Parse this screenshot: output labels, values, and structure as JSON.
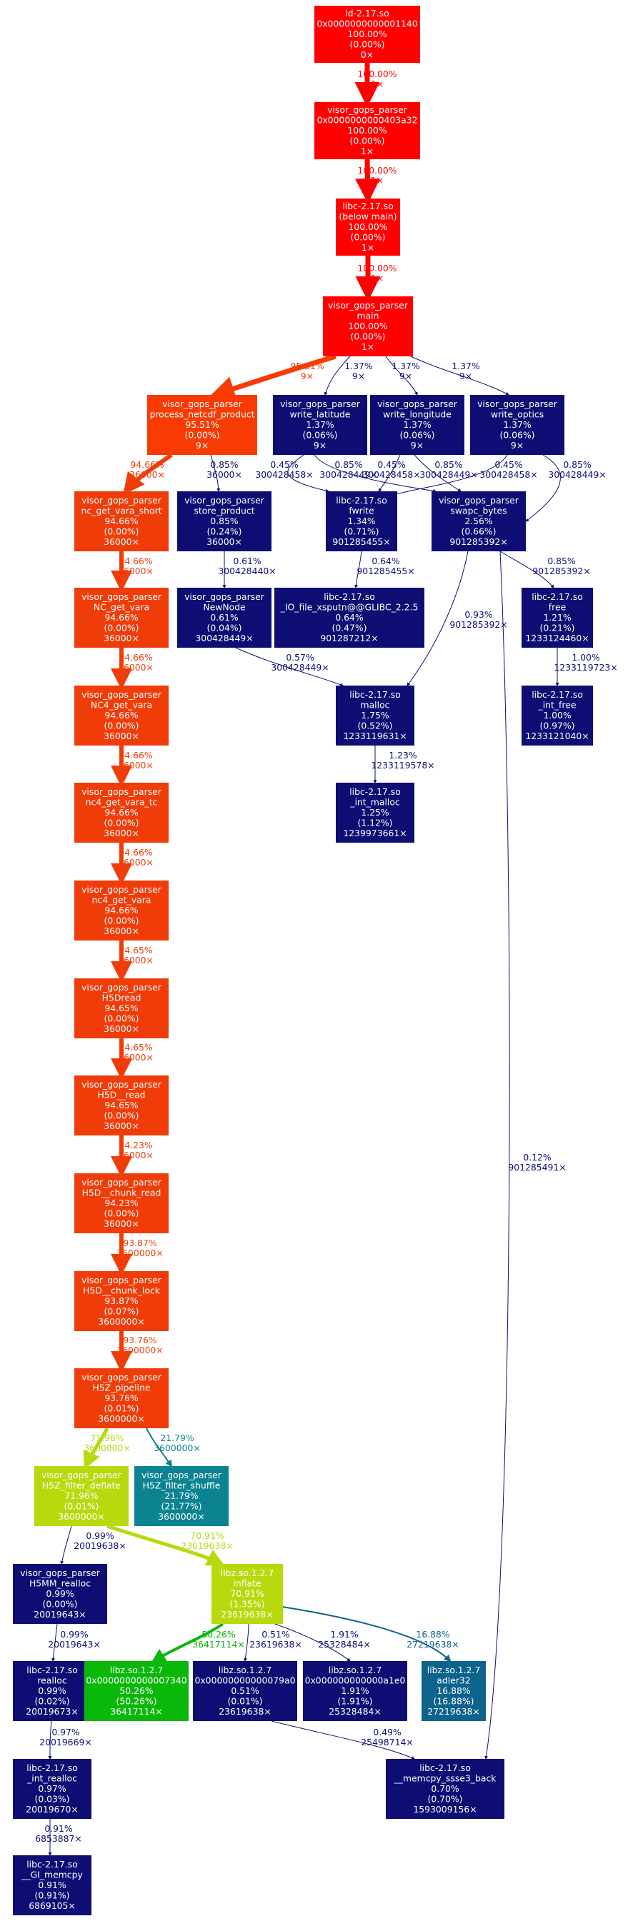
{
  "colors": {
    "red": "#ff0000",
    "orange_red": "#f83a03",
    "orange": "#f03c08",
    "navy": "#0d0d73",
    "lime": "#b8d90d",
    "teal": "#0c8391",
    "green": "#0ab80a",
    "steel": "#0d638c"
  },
  "nodes": [
    {
      "id": "n_ld",
      "lines": [
        "ld-2.17.so",
        "0x0000000000001140",
        "100.00%",
        "(0.00%)",
        "0×"
      ],
      "color": "red",
      "text": "#ffffff"
    },
    {
      "id": "n_vgp403a32",
      "lines": [
        "visor_gops_parser",
        "0x0000000000403a32",
        "100.00%",
        "(0.00%)",
        "1×"
      ],
      "color": "red",
      "text": "#ffffff"
    },
    {
      "id": "n_libc_main",
      "lines": [
        "libc-2.17.so",
        "(below main)",
        "100.00%",
        "(0.00%)",
        "1×"
      ],
      "color": "red",
      "text": "#ffffff"
    },
    {
      "id": "n_main",
      "lines": [
        "visor_gops_parser",
        "main",
        "100.00%",
        "(0.00%)",
        "1×"
      ],
      "color": "red",
      "text": "#ffffff"
    },
    {
      "id": "n_pnp",
      "lines": [
        "visor_gops_parser",
        "process_netcdf_product",
        "95.51%",
        "(0.00%)",
        "9×"
      ],
      "color": "orange_red",
      "text": "#ffffff"
    },
    {
      "id": "n_wlat",
      "lines": [
        "visor_gops_parser",
        "write_latitude",
        "1.37%",
        "(0.06%)",
        "9×"
      ],
      "color": "navy",
      "text": "#ffffff"
    },
    {
      "id": "n_wlon",
      "lines": [
        "visor_gops_parser",
        "write_longitude",
        "1.37%",
        "(0.06%)",
        "9×"
      ],
      "color": "navy",
      "text": "#ffffff"
    },
    {
      "id": "n_wopt",
      "lines": [
        "visor_gops_parser",
        "write_optics",
        "1.37%",
        "(0.06%)",
        "9×"
      ],
      "color": "navy",
      "text": "#ffffff"
    },
    {
      "id": "n_ncvs",
      "lines": [
        "visor_gops_parser",
        "nc_get_vara_short",
        "94.66%",
        "(0.00%)",
        "36000×"
      ],
      "color": "orange",
      "text": "#ffffff"
    },
    {
      "id": "n_store",
      "lines": [
        "visor_gops_parser",
        "store_product",
        "0.85%",
        "(0.24%)",
        "36000×"
      ],
      "color": "navy",
      "text": "#ffffff"
    },
    {
      "id": "n_fwrite",
      "lines": [
        "libc-2.17.so",
        "fwrite",
        "1.34%",
        "(0.71%)",
        "901285455×"
      ],
      "color": "navy",
      "text": "#ffffff"
    },
    {
      "id": "n_swapc",
      "lines": [
        "visor_gops_parser",
        "swapc_bytes",
        "2.56%",
        "(0.66%)",
        "901285392×"
      ],
      "color": "navy",
      "text": "#ffffff"
    },
    {
      "id": "n_ncgv",
      "lines": [
        "visor_gops_parser",
        "NC_get_vara",
        "94.66%",
        "(0.00%)",
        "36000×"
      ],
      "color": "orange",
      "text": "#ffffff"
    },
    {
      "id": "n_newnode",
      "lines": [
        "visor_gops_parser",
        "NewNode",
        "0.61%",
        "(0.04%)",
        "300428449×"
      ],
      "color": "navy",
      "text": "#ffffff"
    },
    {
      "id": "n_ioxsputn",
      "lines": [
        "libc-2.17.so",
        "_IO_file_xsputn@@GLIBC_2.2.5",
        "0.64%",
        "(0.47%)",
        "901287212×"
      ],
      "color": "navy",
      "text": "#ffffff"
    },
    {
      "id": "n_free",
      "lines": [
        "libc-2.17.so",
        "free",
        "1.21%",
        "(0.21%)",
        "1233124460×"
      ],
      "color": "navy",
      "text": "#ffffff"
    },
    {
      "id": "n_nc4gv",
      "lines": [
        "visor_gops_parser",
        "NC4_get_vara",
        "94.66%",
        "(0.00%)",
        "36000×"
      ],
      "color": "orange",
      "text": "#ffffff"
    },
    {
      "id": "n_malloc",
      "lines": [
        "libc-2.17.so",
        "malloc",
        "1.75%",
        "(0.52%)",
        "1233119631×"
      ],
      "color": "navy",
      "text": "#ffffff"
    },
    {
      "id": "n_intfree",
      "lines": [
        "libc-2.17.so",
        "_int_free",
        "1.00%",
        "(0.97%)",
        "1233121040×"
      ],
      "color": "navy",
      "text": "#ffffff"
    },
    {
      "id": "n_nc4gvtc",
      "lines": [
        "visor_gops_parser",
        "nc4_get_vara_tc",
        "94.66%",
        "(0.00%)",
        "36000×"
      ],
      "color": "orange",
      "text": "#ffffff"
    },
    {
      "id": "n_intmalloc",
      "lines": [
        "libc-2.17.so",
        "_int_malloc",
        "1.25%",
        "(1.12%)",
        "1239973661×"
      ],
      "color": "navy",
      "text": "#ffffff"
    },
    {
      "id": "n_nc4gv2",
      "lines": [
        "visor_gops_parser",
        "nc4_get_vara",
        "94.66%",
        "(0.00%)",
        "36000×"
      ],
      "color": "orange",
      "text": "#ffffff"
    },
    {
      "id": "n_h5dread",
      "lines": [
        "visor_gops_parser",
        "H5Dread",
        "94.65%",
        "(0.00%)",
        "36000×"
      ],
      "color": "orange",
      "text": "#ffffff"
    },
    {
      "id": "n_h5dread2",
      "lines": [
        "visor_gops_parser",
        "H5D__read",
        "94.65%",
        "(0.00%)",
        "36000×"
      ],
      "color": "orange",
      "text": "#ffffff"
    },
    {
      "id": "n_chunkread",
      "lines": [
        "visor_gops_parser",
        "H5D__chunk_read",
        "94.23%",
        "(0.00%)",
        "36000×"
      ],
      "color": "orange",
      "text": "#ffffff"
    },
    {
      "id": "n_chunklock",
      "lines": [
        "visor_gops_parser",
        "H5D__chunk_lock",
        "93.87%",
        "(0.07%)",
        "3600000×"
      ],
      "color": "orange",
      "text": "#ffffff"
    },
    {
      "id": "n_pipeline",
      "lines": [
        "visor_gops_parser",
        "H5Z_pipeline",
        "93.76%",
        "(0.01%)",
        "3600000×"
      ],
      "color": "orange",
      "text": "#ffffff"
    },
    {
      "id": "n_deflate",
      "lines": [
        "visor_gops_parser",
        "H5Z_filter_deflate",
        "71.96%",
        "(0.01%)",
        "3600000×"
      ],
      "color": "lime",
      "text": "#ffffff"
    },
    {
      "id": "n_shuffle",
      "lines": [
        "visor_gops_parser",
        "H5Z_filter_shuffle",
        "21.79%",
        "(21.77%)",
        "3600000×"
      ],
      "color": "teal",
      "text": "#ffffff"
    },
    {
      "id": "n_h5mm",
      "lines": [
        "visor_gops_parser",
        "H5MM_realloc",
        "0.99%",
        "(0.00%)",
        "20019643×"
      ],
      "color": "navy",
      "text": "#ffffff"
    },
    {
      "id": "n_inflate",
      "lines": [
        "libz.so.1.2.7",
        "inflate",
        "70.91%",
        "(1.35%)",
        "23619638×"
      ],
      "color": "lime",
      "text": "#ffffff"
    },
    {
      "id": "n_realloc",
      "lines": [
        "libc-2.17.so",
        "realloc",
        "0.99%",
        "(0.02%)",
        "20019673×"
      ],
      "color": "navy",
      "text": "#ffffff"
    },
    {
      "id": "n_z7340",
      "lines": [
        "libz.so.1.2.7",
        "0x0000000000007340",
        "50.26%",
        "(50.26%)",
        "36417114×"
      ],
      "color": "green",
      "text": "#ffffff"
    },
    {
      "id": "n_z79a0",
      "lines": [
        "libz.so.1.2.7",
        "0x00000000000079a0",
        "0.51%",
        "(0.01%)",
        "23619638×"
      ],
      "color": "navy",
      "text": "#ffffff"
    },
    {
      "id": "n_za1e0",
      "lines": [
        "libz.so.1.2.7",
        "0x000000000000a1e0",
        "1.91%",
        "(1.91%)",
        "25328484×"
      ],
      "color": "navy",
      "text": "#ffffff"
    },
    {
      "id": "n_adler",
      "lines": [
        "libz.so.1.2.7",
        "adler32",
        "16.88%",
        "(16.88%)",
        "27219638×"
      ],
      "color": "steel",
      "text": "#ffffff"
    },
    {
      "id": "n_intrealloc",
      "lines": [
        "libc-2.17.so",
        "_int_realloc",
        "0.97%",
        "(0.03%)",
        "20019670×"
      ],
      "color": "navy",
      "text": "#ffffff"
    },
    {
      "id": "n_memcpy_ssse3",
      "lines": [
        "libc-2.17.so",
        "__memcpy_ssse3_back",
        "0.70%",
        "(0.70%)",
        "1593009156×"
      ],
      "color": "navy",
      "text": "#ffffff"
    },
    {
      "id": "n_gimemcpy",
      "lines": [
        "libc-2.17.so",
        "__GI_memcpy",
        "0.91%",
        "(0.91%)",
        "6869105×"
      ],
      "color": "navy",
      "text": "#ffffff"
    }
  ],
  "edges": [
    {
      "id": "e1",
      "lines": [
        "100.00%",
        "1×"
      ],
      "color": "red"
    },
    {
      "id": "e2",
      "lines": [
        "100.00%",
        "1×"
      ],
      "color": "red"
    },
    {
      "id": "e3",
      "lines": [
        "100.00%",
        "1×"
      ],
      "color": "red"
    },
    {
      "id": "e4",
      "lines": [
        "95.51%",
        "9×"
      ],
      "color": "orange_red"
    },
    {
      "id": "e5",
      "lines": [
        "1.37%",
        "9×"
      ],
      "color": "navy"
    },
    {
      "id": "e6",
      "lines": [
        "1.37%",
        "9×"
      ],
      "color": "navy"
    },
    {
      "id": "e7",
      "lines": [
        "1.37%",
        "9×"
      ],
      "color": "navy"
    },
    {
      "id": "e8",
      "lines": [
        "94.66%",
        "36000×"
      ],
      "color": "orange"
    },
    {
      "id": "e9",
      "lines": [
        "0.85%",
        "36000×"
      ],
      "color": "navy"
    },
    {
      "id": "e10",
      "lines": [
        "0.45%",
        "300428458×"
      ],
      "color": "navy"
    },
    {
      "id": "e11",
      "lines": [
        "0.85%",
        "300428449×"
      ],
      "color": "navy"
    },
    {
      "id": "e12",
      "lines": [
        "0.45%",
        "300428458×"
      ],
      "color": "navy"
    },
    {
      "id": "e13",
      "lines": [
        "0.85%",
        "300428449×"
      ],
      "color": "navy"
    },
    {
      "id": "e14",
      "lines": [
        "0.45%",
        "300428458×"
      ],
      "color": "navy"
    },
    {
      "id": "e15",
      "lines": [
        "0.85%",
        "300428449×"
      ],
      "color": "navy"
    },
    {
      "id": "e16",
      "lines": [
        "94.66%",
        "36000×"
      ],
      "color": "orange"
    },
    {
      "id": "e17",
      "lines": [
        "0.61%",
        "300428440×"
      ],
      "color": "navy"
    },
    {
      "id": "e18",
      "lines": [
        "0.64%",
        "901285455×"
      ],
      "color": "navy"
    },
    {
      "id": "e19",
      "lines": [
        "0.85%",
        "901285392×"
      ],
      "color": "navy"
    },
    {
      "id": "e20",
      "lines": [
        "0.93%",
        "901285392×"
      ],
      "color": "navy"
    },
    {
      "id": "e21",
      "lines": [
        "0.12%",
        "901285491×"
      ],
      "color": "navy"
    },
    {
      "id": "e22",
      "lines": [
        "94.66%",
        "36000×"
      ],
      "color": "orange"
    },
    {
      "id": "e23",
      "lines": [
        "0.57%",
        "300428449×"
      ],
      "color": "navy"
    },
    {
      "id": "e24",
      "lines": [
        "1.00%",
        "1233119723×"
      ],
      "color": "navy"
    },
    {
      "id": "e25",
      "lines": [
        "94.66%",
        "36000×"
      ],
      "color": "orange"
    },
    {
      "id": "e26",
      "lines": [
        "1.23%",
        "1233119578×"
      ],
      "color": "navy"
    },
    {
      "id": "e27",
      "lines": [
        "94.66%",
        "36000×"
      ],
      "color": "orange"
    },
    {
      "id": "e28",
      "lines": [
        "94.65%",
        "36000×"
      ],
      "color": "orange"
    },
    {
      "id": "e29",
      "lines": [
        "94.65%",
        "36000×"
      ],
      "color": "orange"
    },
    {
      "id": "e30",
      "lines": [
        "94.23%",
        "36000×"
      ],
      "color": "orange"
    },
    {
      "id": "e31",
      "lines": [
        "93.87%",
        "3600000×"
      ],
      "color": "orange"
    },
    {
      "id": "e32",
      "lines": [
        "93.76%",
        "3600000×"
      ],
      "color": "orange"
    },
    {
      "id": "e33",
      "lines": [
        "71.96%",
        "3600000×"
      ],
      "color": "lime"
    },
    {
      "id": "e34",
      "lines": [
        "21.79%",
        "3600000×"
      ],
      "color": "teal"
    },
    {
      "id": "e35",
      "lines": [
        "0.99%",
        "20019638×"
      ],
      "color": "navy"
    },
    {
      "id": "e36",
      "lines": [
        "70.91%",
        "23619638×"
      ],
      "color": "lime"
    },
    {
      "id": "e37",
      "lines": [
        "0.99%",
        "20019643×"
      ],
      "color": "navy"
    },
    {
      "id": "e38",
      "lines": [
        "50.26%",
        "36417114×"
      ],
      "color": "green"
    },
    {
      "id": "e39",
      "lines": [
        "0.51%",
        "23619638×"
      ],
      "color": "navy"
    },
    {
      "id": "e40",
      "lines": [
        "1.91%",
        "25328484×"
      ],
      "color": "navy"
    },
    {
      "id": "e41",
      "lines": [
        "16.88%",
        "27219638×"
      ],
      "color": "steel"
    },
    {
      "id": "e42",
      "lines": [
        "0.97%",
        "20019669×"
      ],
      "color": "navy"
    },
    {
      "id": "e43",
      "lines": [
        "0.49%",
        "25498714×"
      ],
      "color": "navy"
    },
    {
      "id": "e44",
      "lines": [
        "0.91%",
        "6853887×"
      ],
      "color": "navy"
    }
  ]
}
